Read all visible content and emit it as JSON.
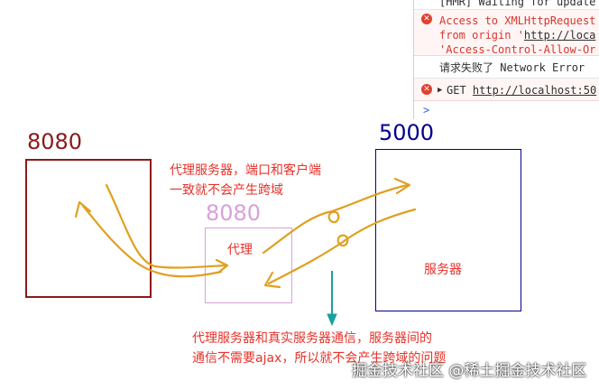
{
  "console": {
    "line_hmr": "[HMR] Waiting for update",
    "error1": {
      "line1": "Access to XMLHttpRequest",
      "line2_prefix": "from origin '",
      "line2_link": "http://loca",
      "line3": "'Access-Control-Allow-Or"
    },
    "request_failed": "请求失败了 Network Error",
    "error2": {
      "method": "GET",
      "link": "http://localhost:50"
    },
    "prompt": ">"
  },
  "diagram": {
    "client_port": "8080",
    "proxy_port": "8080",
    "proxy_label": "代理",
    "server_port": "5000",
    "server_label": "服务器",
    "note_top": [
      "代理服务器，端口和客户端",
      "一致就不会产生跨域"
    ],
    "note_bottom": [
      "代理服务器和真实服务器通信，服务器间的",
      "通信不需要ajax，所以就不会产生跨域的问题"
    ]
  },
  "colors": {
    "client_box": "#8b1a1a",
    "proxy_box": "#d9a0d9",
    "server_box": "#00008b",
    "arrows": "#e0a020",
    "note": "#e6322a",
    "down_arrow": "#1aa0a0"
  },
  "watermark": "掘金技术社区 @稀土掘金技术社区"
}
